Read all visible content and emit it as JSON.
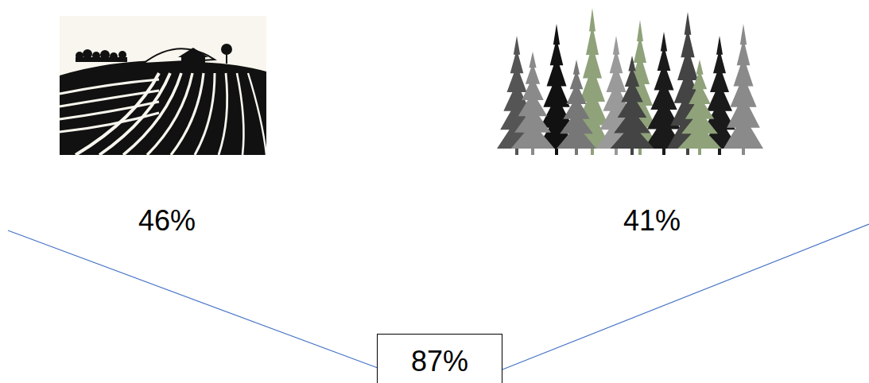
{
  "diagram": {
    "nodes": [
      {
        "text": [
          "87%"
        ]
      }
    ],
    "labels": [
      "46%",
      "41%"
    ]
  }
}
